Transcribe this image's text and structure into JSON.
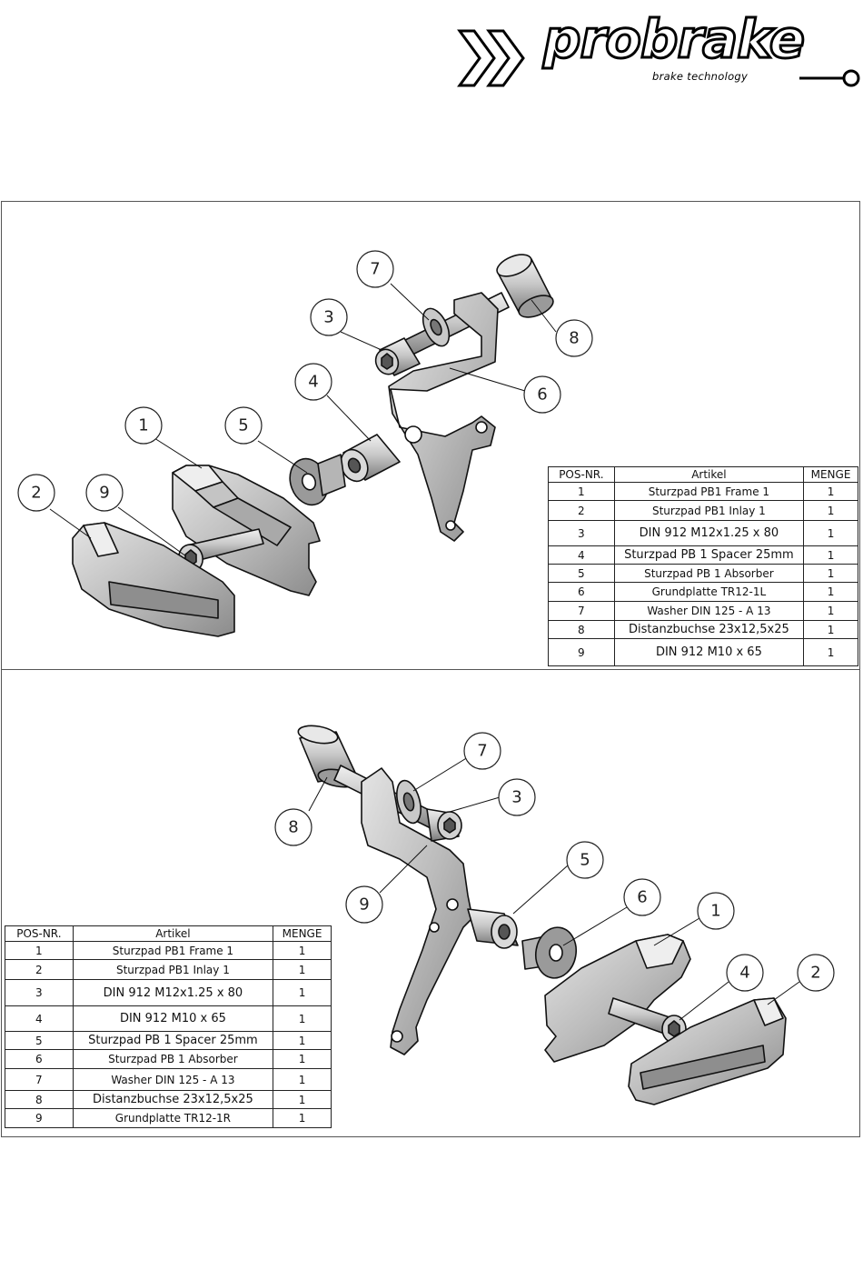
{
  "logo": {
    "name": "probrake",
    "tagline": "brake technology"
  },
  "table_top": {
    "headers": [
      "POS-NR.",
      "Artikel",
      "MENGE"
    ],
    "rows": [
      {
        "pos": "1",
        "artikel": "Sturzpad PB1 Frame 1",
        "menge": "1"
      },
      {
        "pos": "2",
        "artikel": "Sturzpad PB1 Inlay 1",
        "menge": "1"
      },
      {
        "pos": "3",
        "artikel": "DIN 912 M12x1.25 x 80",
        "menge": "1"
      },
      {
        "pos": "4",
        "artikel": "Sturzpad PB 1 Spacer 25mm",
        "menge": "1"
      },
      {
        "pos": "5",
        "artikel": "Sturzpad PB 1 Absorber",
        "menge": "1"
      },
      {
        "pos": "6",
        "artikel": "Grundplatte TR12-1L",
        "menge": "1"
      },
      {
        "pos": "7",
        "artikel": "Washer DIN 125 - A 13",
        "menge": "1"
      },
      {
        "pos": "8",
        "artikel": "Distanzbuchse 23x12,5x25",
        "menge": "1"
      },
      {
        "pos": "9",
        "artikel": "DIN 912 M10 x 65",
        "menge": "1"
      }
    ]
  },
  "table_bottom": {
    "headers": [
      "POS-NR.",
      "Artikel",
      "MENGE"
    ],
    "rows": [
      {
        "pos": "1",
        "artikel": "Sturzpad PB1 Frame 1",
        "menge": "1"
      },
      {
        "pos": "2",
        "artikel": "Sturzpad PB1 Inlay 1",
        "menge": "1"
      },
      {
        "pos": "3",
        "artikel": "DIN 912 M12x1.25 x 80",
        "menge": "1"
      },
      {
        "pos": "4",
        "artikel": "DIN 912 M10 x 65",
        "menge": "1"
      },
      {
        "pos": "5",
        "artikel": "Sturzpad PB 1 Spacer 25mm",
        "menge": "1"
      },
      {
        "pos": "6",
        "artikel": "Sturzpad PB 1 Absorber",
        "menge": "1"
      },
      {
        "pos": "7",
        "artikel": "Washer DIN 125 - A 13",
        "menge": "1"
      },
      {
        "pos": "8",
        "artikel": "Distanzbuchse 23x12,5x25",
        "menge": "1"
      },
      {
        "pos": "9",
        "artikel": "Grundplatte TR12-1R",
        "menge": "1"
      }
    ]
  },
  "balloons_top": [
    "7",
    "3",
    "8",
    "4",
    "6",
    "1",
    "5",
    "2",
    "9"
  ],
  "balloons_bottom": [
    "7",
    "3",
    "8",
    "5",
    "9",
    "6",
    "1",
    "4",
    "2"
  ]
}
